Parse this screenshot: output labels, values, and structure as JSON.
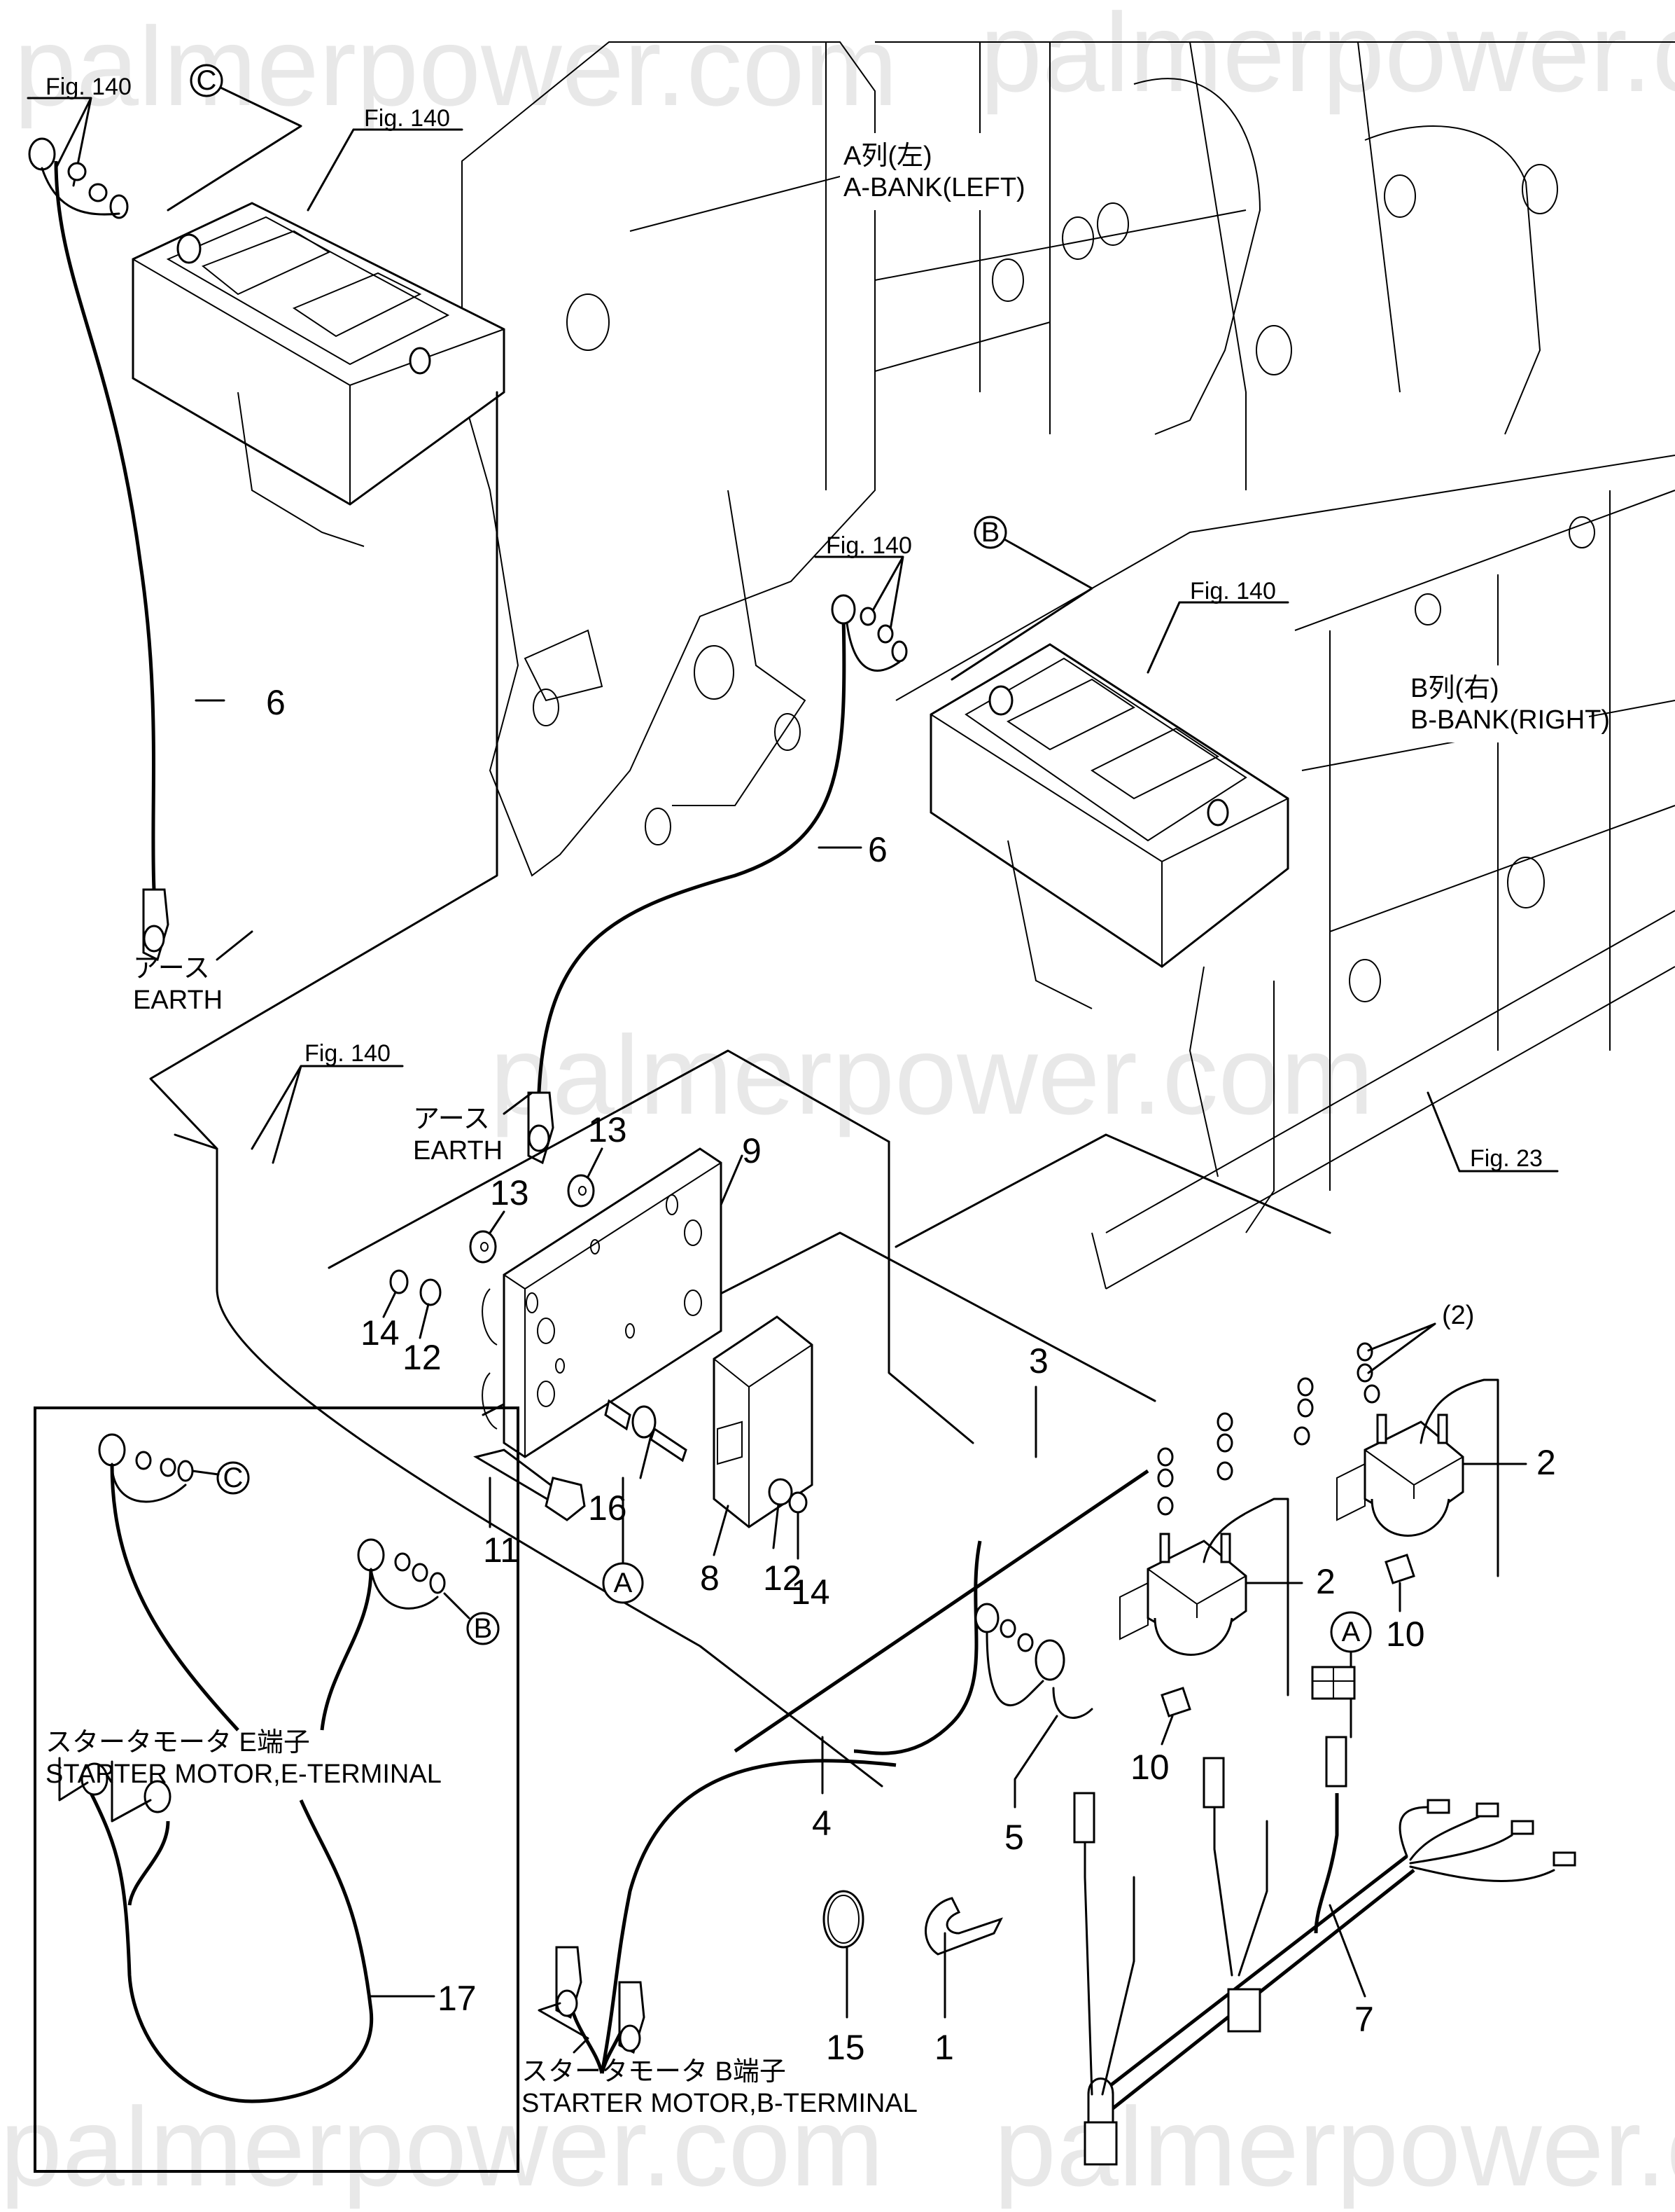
{
  "watermark": "palmerpower.com",
  "figure_refs": {
    "fig140": "Fig. 140",
    "fig23": "Fig. 23"
  },
  "bank_labels": {
    "a_bank_jp": "A列(左)",
    "a_bank_en": "A-BANK(LEFT)",
    "b_bank_jp": "B列(右)",
    "b_bank_en": "B-BANK(RIGHT)"
  },
  "callout_letters": {
    "a": "A",
    "b": "B",
    "c": "C"
  },
  "earth_label": {
    "jp": "アース",
    "en": "EARTH"
  },
  "starter_e": {
    "jp": "スタータモータ E端子",
    "en": "STARTER MOTOR,E-TERMINAL"
  },
  "starter_b": {
    "jp": "スタータモータ B端子",
    "en": "STARTER MOTOR,B-TERMINAL"
  },
  "quantity_note": "(2)",
  "part_numbers": {
    "p1": "1",
    "p2": "2",
    "p3": "3",
    "p4": "4",
    "p5": "5",
    "p6": "6",
    "p7": "7",
    "p8": "8",
    "p9": "9",
    "p10": "10",
    "p11": "11",
    "p12": "12",
    "p13": "13",
    "p14": "14",
    "p15": "15",
    "p16": "16",
    "p17": "17"
  }
}
